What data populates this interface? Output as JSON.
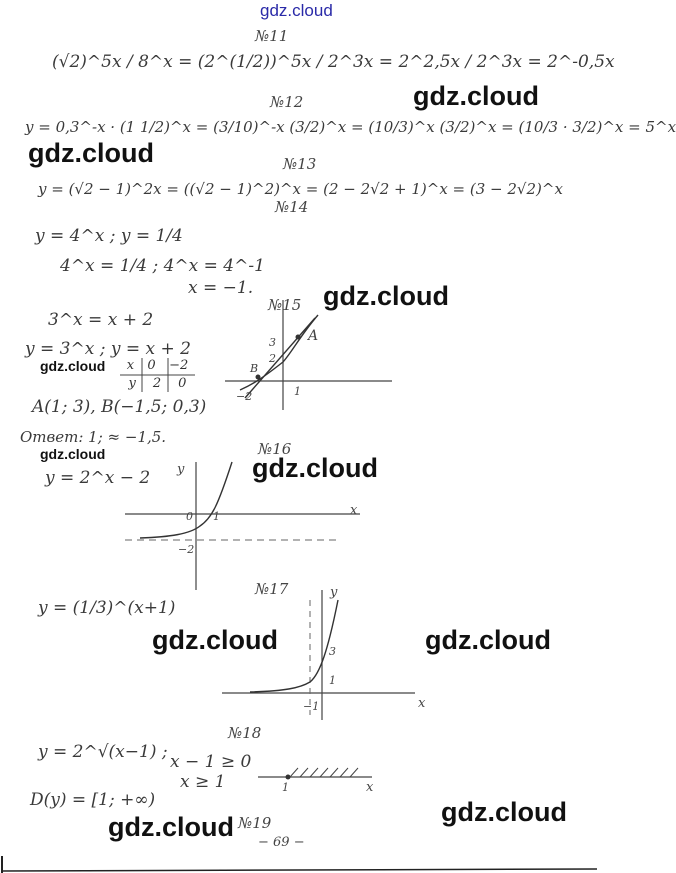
{
  "watermarks": {
    "top": "gdz.cloud",
    "w1": "gdz.cloud",
    "w2": "gdz.cloud",
    "w3": "gdz.cloud",
    "w4": "gdz.cloud",
    "w5": "gdz.cloud",
    "w6": "gdz.cloud",
    "w7": "gdz.cloud",
    "w8": "gdz.cloud",
    "w9": "gdz.cloud",
    "w10": "gdz.cloud"
  },
  "problems": {
    "p11": {
      "number": "№11",
      "line": "(√2)^5x / 8^x = (2^(1/2))^5x / 2^3x = 2^2,5x / 2^3x = 2^-0,5x"
    },
    "p12": {
      "number": "№12",
      "line": "y = 0,3^-x · (1 1/2)^x = (3/10)^-x (3/2)^x = (10/3)^x (3/2)^x = (10/3 · 3/2)^x = 5^x"
    },
    "p13": {
      "number": "№13",
      "line": "y = (√2 − 1)^2x = ((√2 − 1)^2)^x = (2 − 2√2 + 1)^x = (3 − 2√2)^x"
    },
    "p14": {
      "number": "№14",
      "line1": "y = 4^x ;  y = 1/4",
      "line2": "4^x = 1/4 ;   4^x = 4^-1",
      "line3": "x = −1."
    },
    "p15": {
      "number": "№15",
      "line1": "3^x = x + 2",
      "line2": "y = 3^x ;  y = x + 2",
      "table_x": [
        "x",
        "0",
        "−2"
      ],
      "table_y": [
        "y",
        "2",
        "0"
      ],
      "line3": "A(1; 3),  B(−1,5; 0,3)",
      "answer": "Ответ: 1; ≈ −1,5.",
      "point_a": "A",
      "labels": {
        "three": "3",
        "two": "2",
        "one": "1",
        "neg2": "−2",
        "b": "B"
      }
    },
    "p16": {
      "number": "№16",
      "line": "y = 2^x − 2",
      "labels": {
        "y": "y",
        "x": "x",
        "zero": "0",
        "one": "1",
        "neg2": "−2"
      }
    },
    "p17": {
      "number": "№17",
      "line": "y = (1/3)^(x+1)",
      "labels": {
        "y": "y",
        "x": "x",
        "three": "3",
        "one": "1",
        "neg1": "−1"
      }
    },
    "p18": {
      "number": "№18",
      "line1": "y = 2^√(x−1)  ;",
      "cond1": "x − 1 ≥ 0",
      "cond2": "x ≥ 1",
      "domain": "D(y) = [1; +∞)",
      "tick": "1",
      "axis": "x"
    },
    "p19": {
      "number": "№19"
    },
    "page_number": "− 69 −"
  }
}
